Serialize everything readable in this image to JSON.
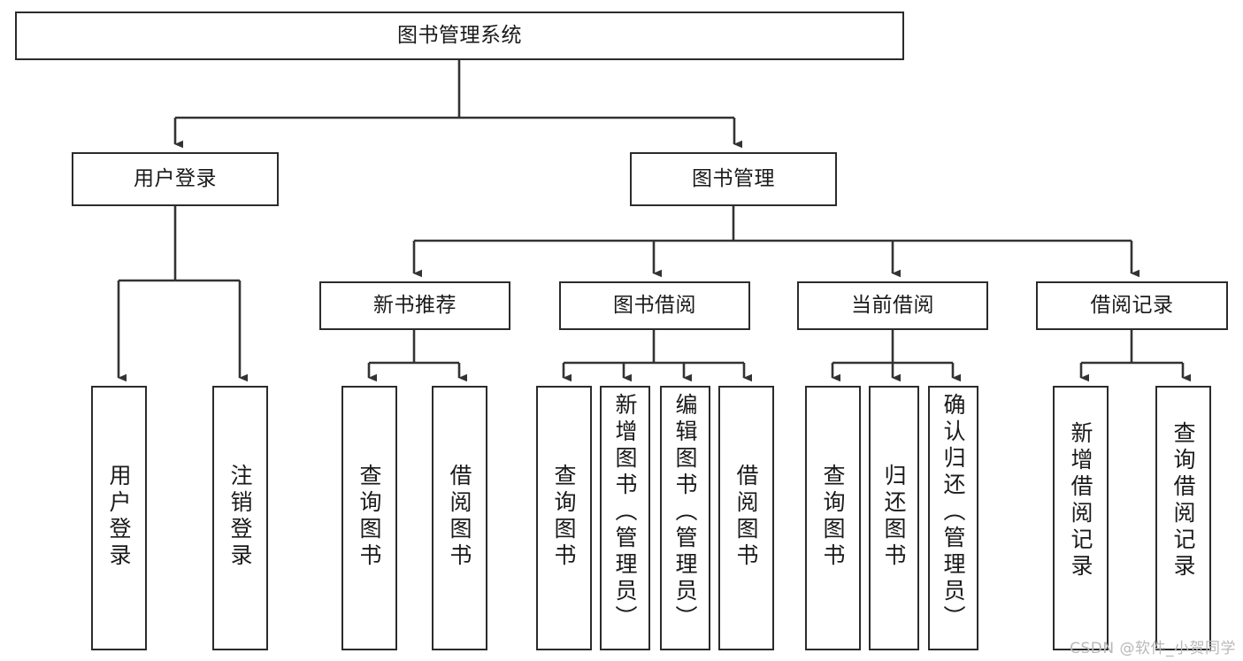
{
  "diagram": {
    "type": "tree-hierarchy",
    "title": "图书管理系统",
    "watermark": "CSDN @软件_小贺同学",
    "colors": {
      "box_stroke": "#2b2b2b",
      "box_fill": "#ffffff",
      "connector": "#333333",
      "text": "#1a1a1a",
      "watermark": "#b9b9b9"
    },
    "levels": {
      "root": {
        "label": "图书管理系统"
      },
      "level2": [
        {
          "id": "user-login",
          "label": "用户登录"
        },
        {
          "id": "book-management",
          "label": "图书管理"
        }
      ],
      "level3": [
        {
          "id": "new-book-recommend",
          "label": "新书推荐"
        },
        {
          "id": "book-borrow",
          "label": "图书借阅"
        },
        {
          "id": "current-borrow",
          "label": "当前借阅"
        },
        {
          "id": "borrow-record",
          "label": "借阅记录"
        }
      ],
      "leaves": {
        "user_login": [
          {
            "id": "leaf-user-login",
            "label": "用户登录"
          },
          {
            "id": "leaf-user-logout",
            "label": "注销登录"
          }
        ],
        "new_book_recommend": [
          {
            "id": "leaf-query-book-1",
            "label": "查询图书"
          },
          {
            "id": "leaf-borrow-book-1",
            "label": "借阅图书"
          }
        ],
        "book_borrow": [
          {
            "id": "leaf-query-book-2",
            "label": "查询图书"
          },
          {
            "id": "leaf-add-book",
            "label": "新增图书（管理员）"
          },
          {
            "id": "leaf-edit-book",
            "label": "编辑图书（管理员）"
          },
          {
            "id": "leaf-borrow-book-2",
            "label": "借阅图书"
          }
        ],
        "current_borrow": [
          {
            "id": "leaf-query-book-3",
            "label": "查询图书"
          },
          {
            "id": "leaf-return-book",
            "label": "归还图书"
          },
          {
            "id": "leaf-confirm-return",
            "label": "确认归还（管理员）"
          }
        ],
        "borrow_record": [
          {
            "id": "leaf-add-record",
            "label": "新增借阅记录"
          },
          {
            "id": "leaf-query-record",
            "label": "查询借阅记录"
          }
        ]
      }
    }
  }
}
